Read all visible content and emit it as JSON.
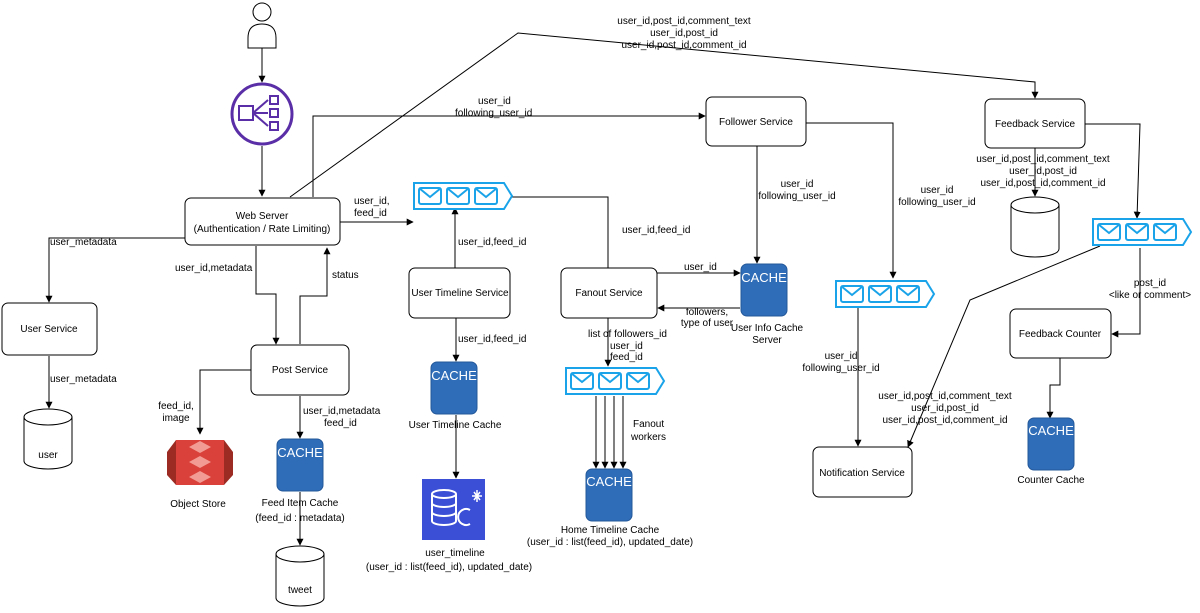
{
  "services": {
    "web_server": [
      "Web Server",
      "(Authentication / Rate Limiting)"
    ],
    "user_service": "User Service",
    "post_service": "Post Service",
    "user_timeline_service": "User Timeline Service",
    "fanout_service": "Fanout Service",
    "follower_service": "Follower Service",
    "feedback_service": "Feedback Service",
    "feedback_counter": "Feedback Counter",
    "notification_service": "Notification Service"
  },
  "caches": {
    "badge": "CACHE",
    "user_info": [
      "User Info Cache",
      "Server"
    ],
    "user_timeline": "User Timeline Cache",
    "feed_item": [
      "Feed Item Cache",
      "(feed_id : metadata)"
    ],
    "home_timeline": [
      "Home Timeline Cache",
      "(user_id : list(feed_id), updated_date)"
    ],
    "counter": "Counter Cache"
  },
  "stores": {
    "user_db": "user",
    "tweet_db": "tweet",
    "object_store": "Object Store",
    "user_timeline_db": [
      "user_timeline",
      "(user_id : list(feed_id), updated_date)"
    ]
  },
  "edge_labels": {
    "web_to_feedback": [
      "user_id,post_id,comment_text",
      "user_id,post_id",
      "user_id,post_id,comment_id"
    ],
    "web_to_follower": [
      "user_id",
      "following_user_id"
    ],
    "web_to_queue": [
      "user_id,",
      "feed_id"
    ],
    "web_to_user_service": "user_metadata",
    "web_to_post": "user_id,metadata",
    "post_to_web": "status",
    "user_service_to_db": "user_metadata",
    "post_to_object": [
      "feed_id,",
      "image"
    ],
    "post_to_feed_cache": [
      "user_id,metadata",
      "feed_id"
    ],
    "queue_to_utl": "user_id,feed_id",
    "fanout_to_queue": "user_id,feed_id",
    "utl_to_cache": "user_id,feed_id",
    "fanout_to_user_info": "user_id",
    "user_info_to_fanout": [
      "followers,",
      "type of user"
    ],
    "fanout_to_queue3": [
      "list of followers_id",
      "user_id",
      "feed_id"
    ],
    "fanout_workers": [
      "Fanout",
      "workers"
    ],
    "follower_to_user_info": [
      "user_id",
      "following_user_id"
    ],
    "follower_to_queue4": [
      "user_id",
      "following_user_id"
    ],
    "queue4_to_notification": [
      "user_id",
      "following_user_id"
    ],
    "feedback_to_db": [
      "user_id,post_id,comment_text",
      "user_id,post_id",
      "user_id,post_id,comment_id"
    ],
    "queue2_to_counter": [
      "post_id",
      "<like or comment>"
    ],
    "queue2_to_notification": [
      "user_id,post_id,comment_text",
      "user_id,post_id",
      "user_id,post_id,comment_id"
    ]
  },
  "colors": {
    "queue": "#1aa3e8",
    "cache": "#2f6db8",
    "object_store": "#d9413a",
    "load_balancer": "#5a2ea6",
    "user_timeline_db": "#3a4fd6"
  },
  "icons": [
    "user-icon",
    "load-balancer-icon",
    "queue-icon",
    "cache-icon",
    "database-icon",
    "object-store-icon",
    "cassandra-db-icon"
  ]
}
